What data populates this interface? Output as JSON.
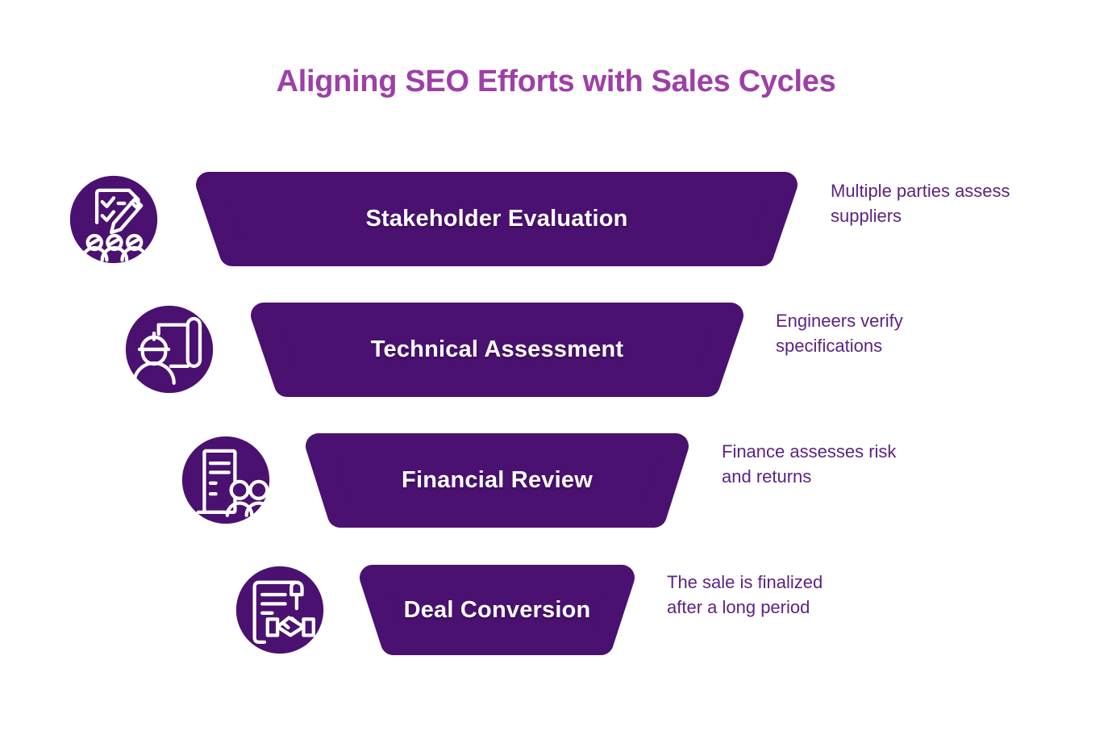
{
  "title": {
    "text": "Aligning SEO Efforts with Sales Cycles"
  },
  "colors": {
    "funnel_fill": "#4A1171",
    "title_text": "#9E3FA8",
    "description_text": "#5B2383",
    "stage_label_text": "#FFFFFF",
    "icon_line": "#FFFFFF",
    "background": "#FFFFFF"
  },
  "stages": [
    {
      "label": "Stakeholder Evaluation",
      "description": "Multiple parties assess\nsuppliers",
      "icon": "checklist-people-icon"
    },
    {
      "label": "Technical Assessment",
      "description": "Engineers verify\nspecifications",
      "icon": "engineer-blueprint-icon"
    },
    {
      "label": "Financial Review",
      "description": "Finance assesses risk\nand returns",
      "icon": "building-people-icon"
    },
    {
      "label": "Deal Conversion",
      "description": "The sale is finalized\nafter a long period",
      "icon": "contract-handshake-icon"
    }
  ]
}
